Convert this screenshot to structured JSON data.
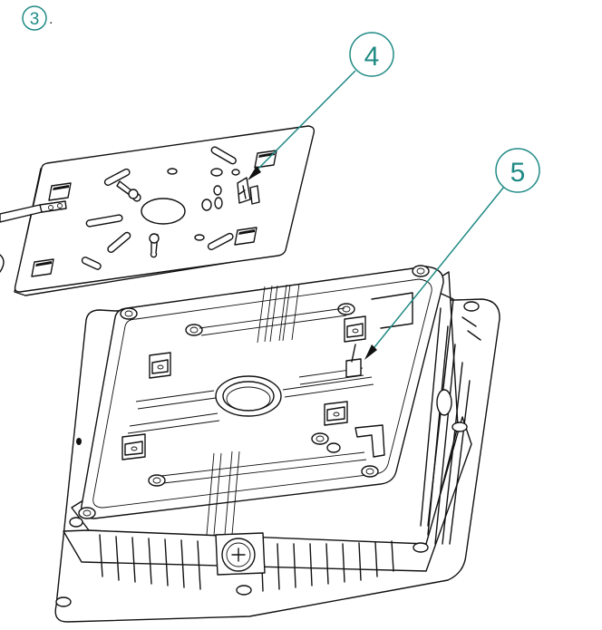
{
  "callouts": {
    "step": "3",
    "step_suffix": ".",
    "part_plate": "4",
    "part_housing": "5"
  },
  "colors": {
    "callout": "#1f8a84",
    "line": "#111111",
    "background": "#ffffff"
  }
}
